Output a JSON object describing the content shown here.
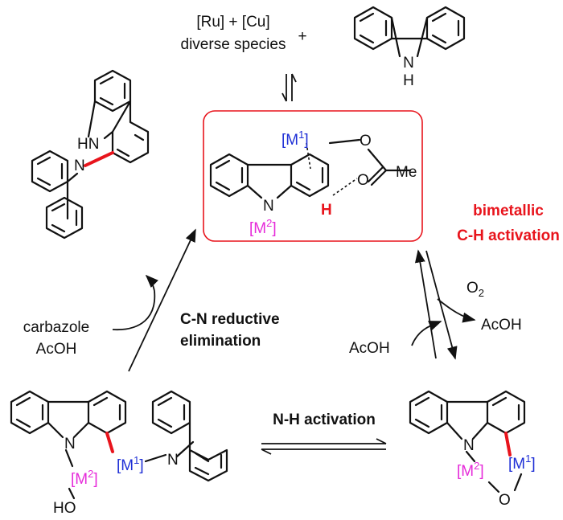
{
  "top": {
    "reagents_line1": "[Ru] + [Cu]",
    "reagents_line2": "diverse species",
    "plus": "+",
    "carbazole_nh": "H",
    "carbazole_n": "N"
  },
  "center_complex": {
    "m1": "[M",
    "m1_sup": "1",
    "m1_close": "]",
    "m2": "[M",
    "m2_sup": "2",
    "m2_close": "]",
    "o1": "O",
    "o2": "O",
    "me": "Me",
    "n": "N",
    "h": "H"
  },
  "left_product": {
    "hn": "HN",
    "n": "N"
  },
  "labels": {
    "bimetallic_line1": "bimetallic",
    "bimetallic_line2": "C-H activation",
    "cn_line1": "C-N reductive",
    "cn_line2": "elimination",
    "nh_activation": "N-H activation",
    "carbazole": "carbazole",
    "acoh_left": "AcOH",
    "o2": "O",
    "o2_sub": "2",
    "acoh_right_out": "AcOH",
    "acoh_right_in": "AcOH"
  },
  "bottom_left": {
    "n1": "N",
    "n2": "N",
    "ho": "HO",
    "m2": "[M",
    "m2_sup": "2",
    "m2_close": "]",
    "m1": "[M",
    "m1_sup": "1",
    "m1_close": "]"
  },
  "bottom_right": {
    "n": "N",
    "o": "O",
    "m2": "[M",
    "m2_sup": "2",
    "m2_close": "]",
    "m1": "[M",
    "m1_sup": "1",
    "m1_close": "]"
  },
  "colors": {
    "red": "#e8141c",
    "blue": "#1e2fd6",
    "magenta": "#e62ad9"
  }
}
